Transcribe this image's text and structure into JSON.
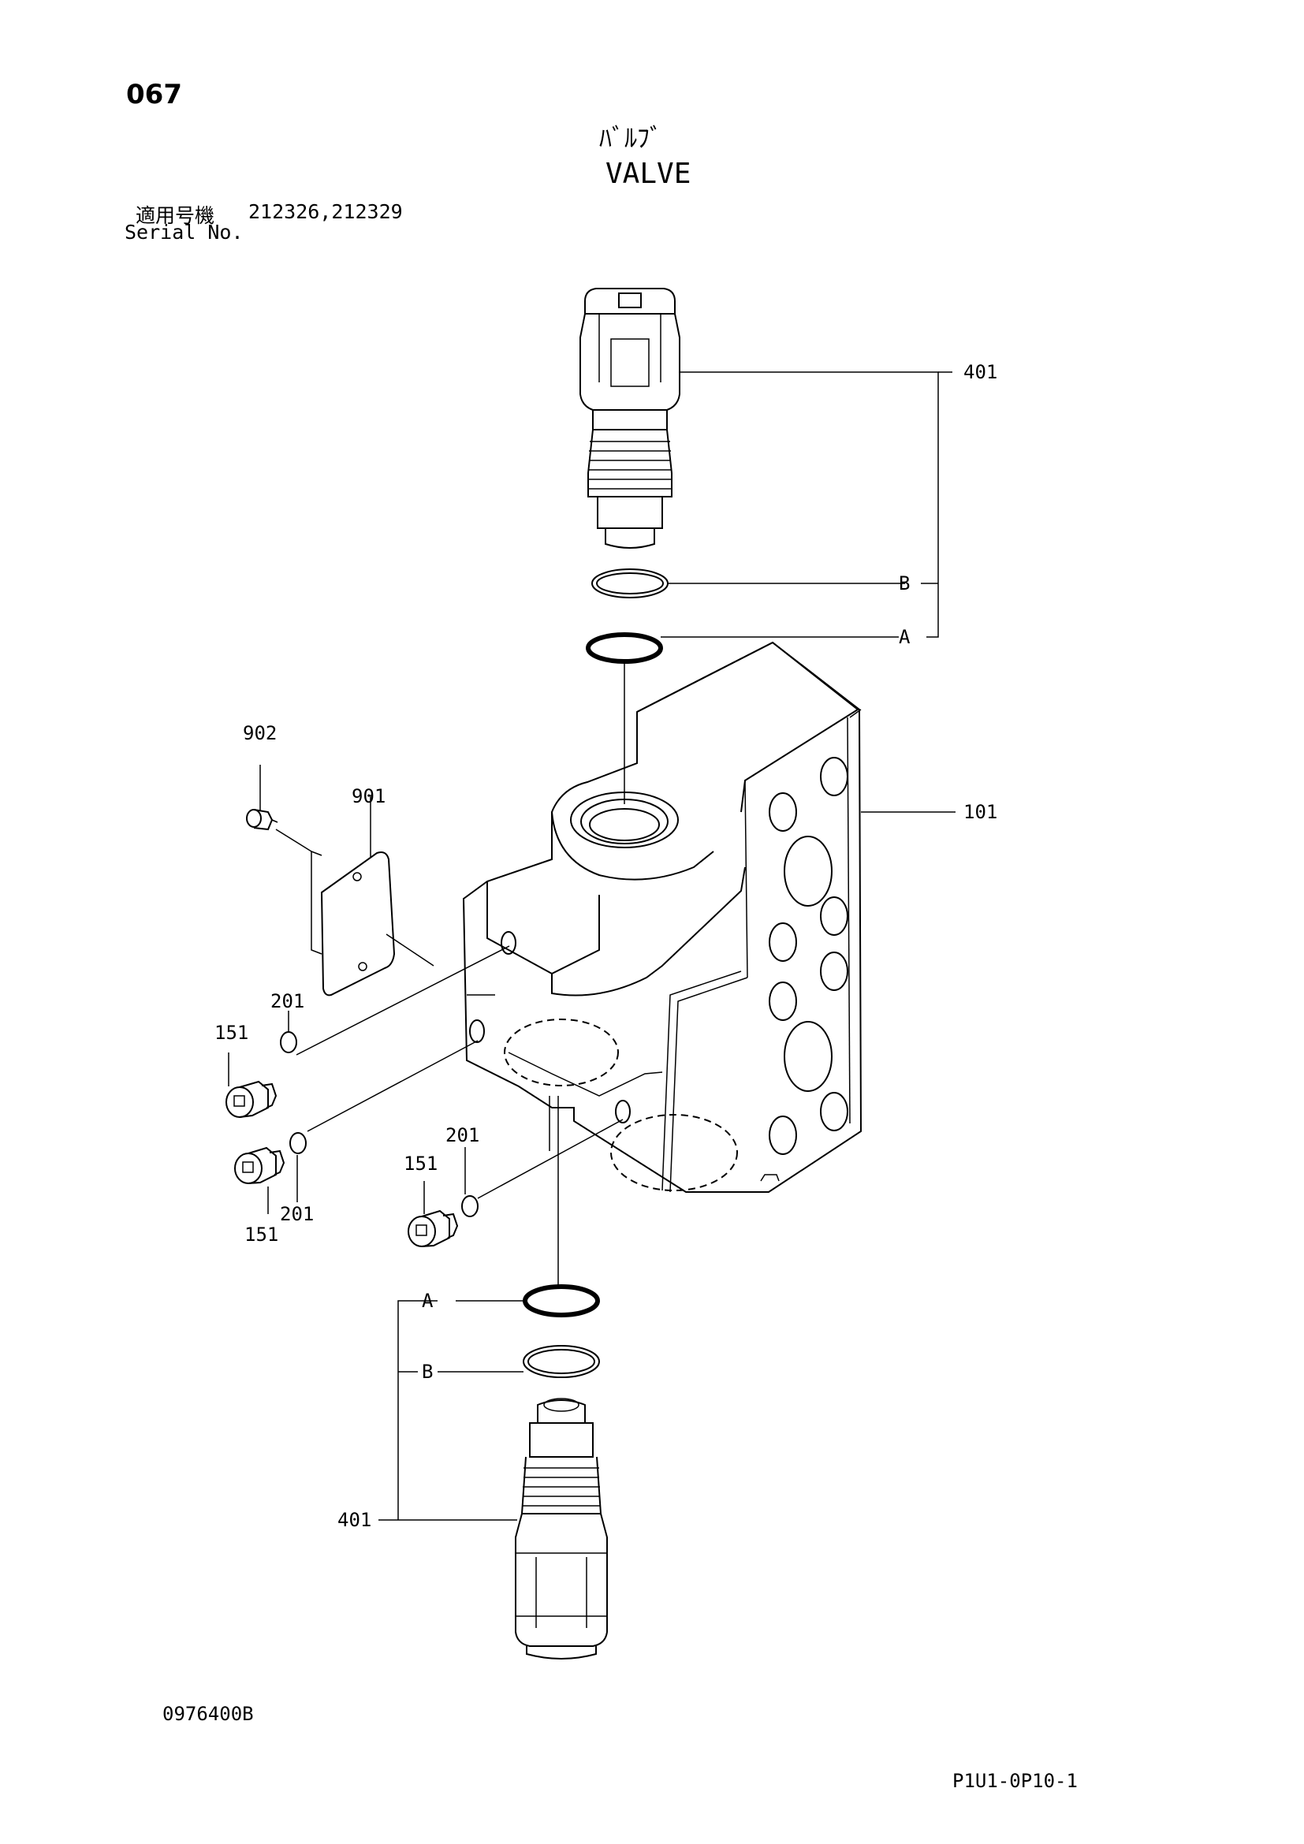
{
  "header": {
    "page_number": "067",
    "title_jp": "ﾊﾞﾙﾌﾞ",
    "title_en": "VALVE",
    "serial_label_jp": "適用号機",
    "serial_values": "212326,212329",
    "serial_label_en": "Serial No."
  },
  "callouts": {
    "valve_top": "401",
    "ring_b_top": "B",
    "ring_a_top": "A",
    "body": "101",
    "bolt": "902",
    "plate": "901",
    "plug_1": "151",
    "oring_1": "201",
    "plug_2": "151",
    "oring_2": "201",
    "oring_3": "201",
    "plug_3": "151",
    "ring_a_bottom": "A",
    "ring_b_bottom": "B",
    "valve_bottom": "401"
  },
  "footer": {
    "drawing_number": "0976400B",
    "page_code": "P1U1-0P10-1"
  }
}
